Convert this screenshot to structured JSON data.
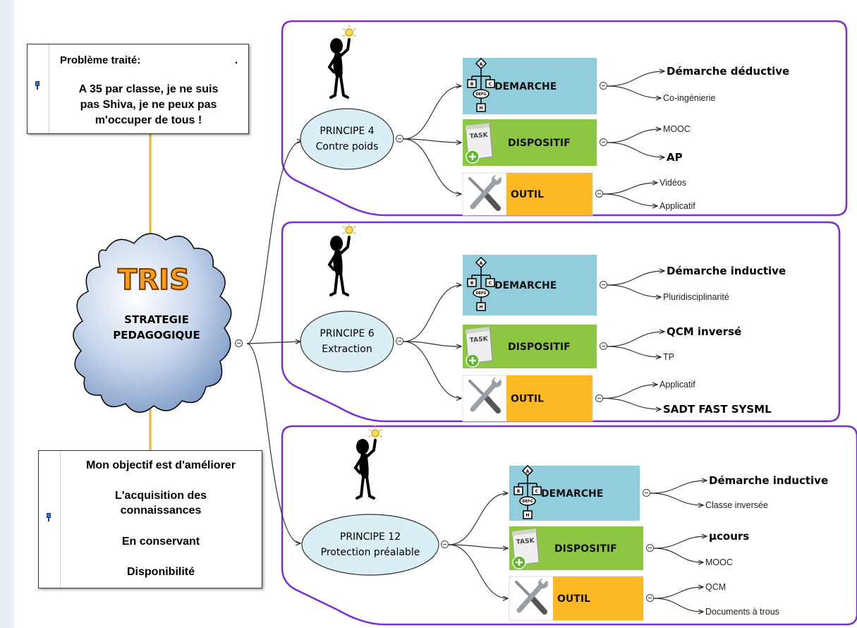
{
  "colors": {
    "frame": "#7b2fd6",
    "connector_orange": "#f5b21c",
    "demarche": "#92cddc",
    "dispositif": "#8dc641",
    "outil": "#fdb924",
    "principle_fill": "#d9eef5",
    "cloud_fill": "#b7c9e6"
  },
  "central": {
    "logo": "TRIS",
    "line1": "STRATEGIE",
    "line2": "PEDAGOGIQUE"
  },
  "problem_note": {
    "title": "Problème traité:",
    "dot": ".",
    "line1": "A 35 par classe, je ne suis",
    "line2": "pas Shiva, je ne peux pas",
    "line3": "m'occuper de tous !"
  },
  "objective_note": {
    "line1": "Mon  objectif est d'améliorer",
    "line2": "L'acquisition des",
    "line3": "connaissances",
    "line4": "En conservant",
    "line5": "Disponibilité"
  },
  "principles": [
    {
      "line1": "PRINCIPE 4",
      "line2": "Contre poids",
      "demarche": "DEMARCHE",
      "dispositif": "DISPOSITIF",
      "outil": "OUTIL",
      "demarche_leaves": [
        "Démarche déductive",
        "Co-ingénierie"
      ],
      "dispositif_leaves": [
        "MOOC",
        "AP"
      ],
      "outil_leaves": [
        "Vidéos",
        "Applicatif"
      ]
    },
    {
      "line1": "PRINCIPE 6",
      "line2": "Extraction",
      "demarche": "DEMARCHE",
      "dispositif": "DISPOSITIF",
      "outil": "OUTIL",
      "demarche_leaves": [
        "Démarche inductive",
        "Pluridisciplinarité"
      ],
      "dispositif_leaves": [
        "QCM inversé",
        "TP"
      ],
      "outil_leaves": [
        "Applicatif",
        "SADT FAST SYSML"
      ]
    },
    {
      "line1": "PRINCIPE 12",
      "line2": "Protection préalable",
      "demarche": "DEMARCHE",
      "dispositif": "DISPOSITIF",
      "outil": "OUTIL",
      "demarche_leaves": [
        "Démarche inductive",
        "Classe inversée"
      ],
      "dispositif_leaves": [
        "µcours",
        "MOOC"
      ],
      "outil_leaves": [
        "QCM",
        "Documents à trous"
      ]
    }
  ],
  "icons": {
    "flowchart": "flowchart-icon",
    "task": "task-document-icon",
    "tools": "wrench-screwdriver-icon",
    "person": "thinking-person-icon"
  },
  "flowchart_letters": [
    "A",
    "B",
    "C",
    "DEFG",
    "H"
  ],
  "task_label": "TASK"
}
